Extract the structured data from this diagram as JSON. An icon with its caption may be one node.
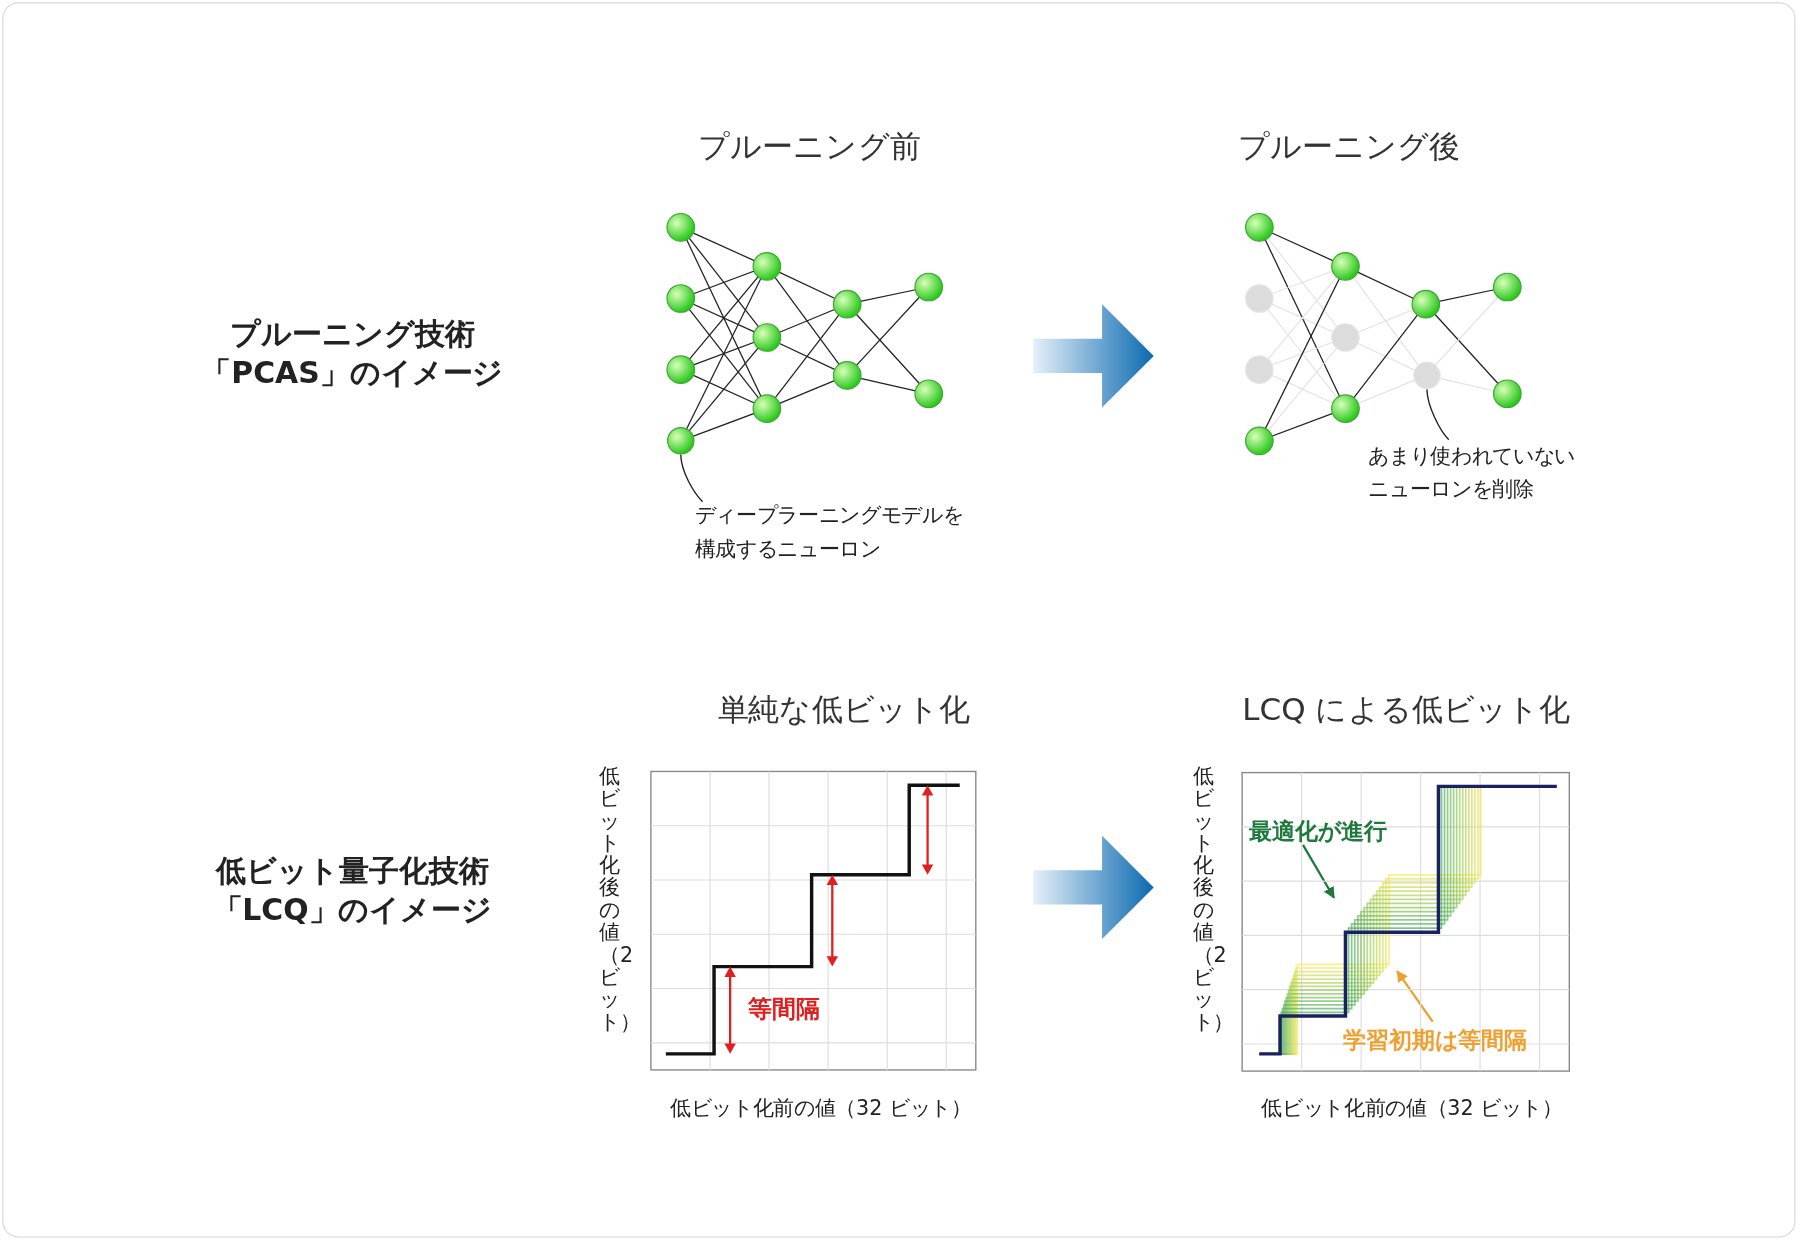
{
  "diagram": {
    "nodes": [
      {
        "text": [
          "プルーニング前"
        ]
      },
      {
        "text": [
          "プルーニング後"
        ]
      },
      {
        "text": [
          "ディープラーニングモデルを構成するニューロン"
        ]
      },
      {
        "text": [
          "あまり使われていないニューロンを削除"
        ]
      },
      {
        "text": [
          "単純な低ビット化"
        ]
      },
      {
        "text": [
          "LCQ による低ビット化"
        ]
      },
      {
        "text": [
          "最適化が進行"
        ],
        "in": 5
      },
      {
        "text": [
          "学習初期は等間隔"
        ],
        "in": 5
      },
      {
        "text": [],
        "shape": "circle",
        "in": 0
      },
      {
        "text": [],
        "shape": "circle",
        "in": 1
      }
    ],
    "edges": [
      {
        "from": 0,
        "to": 1,
        "arrow": "to",
        "style": "thick",
        "color": "#0a6ab0"
      },
      {
        "from": 2,
        "to": 8,
        "arrow": "none"
      },
      {
        "from": 3,
        "to": 9,
        "arrow": "none"
      },
      {
        "from": 4,
        "to": 5,
        "arrow": "to",
        "style": "thick",
        "color": "#0a6ab0"
      },
      {
        "from": 6,
        "to": null,
        "arrow": "to",
        "color": "#1e7a3c"
      },
      {
        "from": 7,
        "to": null,
        "arrow": "to",
        "color": "#f0a030"
      }
    ],
    "labels": [
      "プルーニング技術「PCAS」のイメージ",
      "低ビット量子化技術「LCQ」のイメージ",
      "低ビット化後の値（2ビット）",
      "等間隔",
      "低ビット化前の値（32 ビット）",
      "低ビット化後の値（2ビット）",
      "低ビット化前の値（32 ビット）"
    ]
  }
}
